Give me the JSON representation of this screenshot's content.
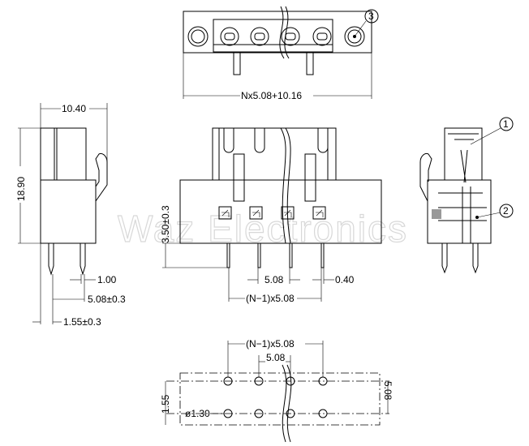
{
  "watermark": "Waz Electronics",
  "top_view": {
    "overall_dim": "Nx5.08+10.16",
    "callout": "3"
  },
  "side_view": {
    "width_dim": "10.40",
    "height_dim": "18.90",
    "pin_dim": "1.00",
    "pitch_dim": "5.08±0.3",
    "offset_dim": "1.55±0.3"
  },
  "front_view": {
    "standoff_dim": "3.50±0.3",
    "pitch_dim": "5.08",
    "pin_width_dim": "0.40",
    "span_dim": "(N−1)x5.08"
  },
  "section_view": {
    "callout_1": "1",
    "callout_2": "2"
  },
  "footprint": {
    "span_dim": "(N−1)x5.08",
    "pitch_dim": "5.08",
    "row_offset_dim": "1.55",
    "row_pitch_dim": "5.08",
    "hole_dim": "ø1.30"
  }
}
